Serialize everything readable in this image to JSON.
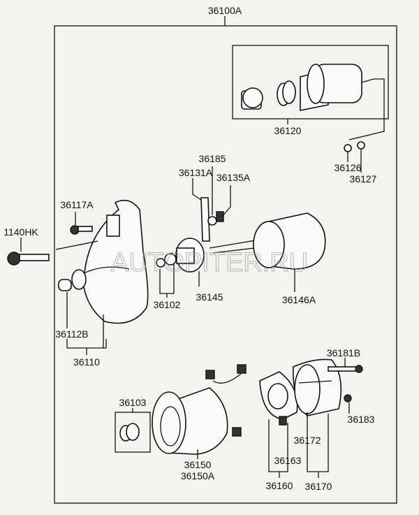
{
  "watermark": "AUTOPITER.RU",
  "labels": {
    "assembly": "36100A",
    "solenoid": "36120",
    "p36126": "36126",
    "p36127": "36127",
    "p36185": "36185",
    "p36131A": "36131A",
    "p36135A": "36135A",
    "p36117A": "36117A",
    "p1140HK": "1140HK",
    "p36145": "36145",
    "p36102": "36102",
    "p36146A": "36146A",
    "p36112B": "36112B",
    "p36110": "36110",
    "p36181B": "36181B",
    "p36103": "36103",
    "p36183": "36183",
    "p36172": "36172",
    "p36163": "36163",
    "p36150": "36150",
    "p36150A": "36150A",
    "p36160": "36160",
    "p36170": "36170"
  }
}
